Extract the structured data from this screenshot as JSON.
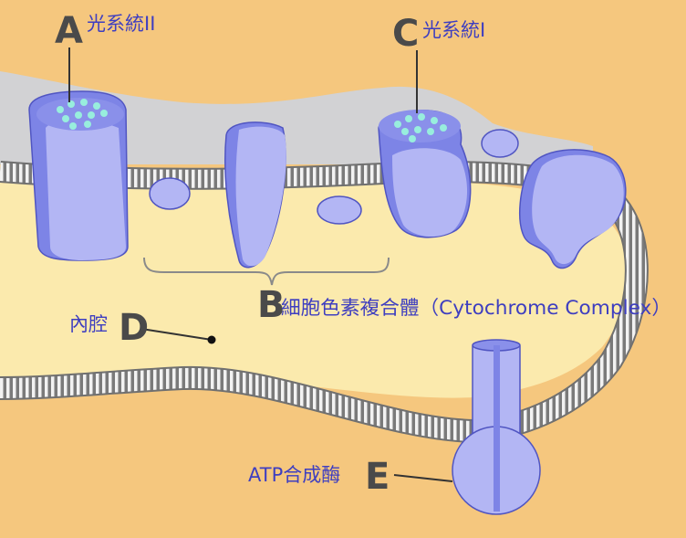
{
  "labels": {
    "a": {
      "letter": "A",
      "text": "光系統II"
    },
    "c": {
      "letter": "C",
      "text": "光系統I"
    },
    "b": {
      "letter": "B",
      "text": "細胞色素複合體（Cytochrome Complex）"
    },
    "d": {
      "letter": "D",
      "text": "內腔"
    },
    "e": {
      "letter": "E",
      "text": "ATP合成酶"
    }
  },
  "colors": {
    "background": "#f5c77e",
    "lumen": "#fbeaad",
    "stroma_gray": "#d2d2d4",
    "protein": "#b3b6f4",
    "protein_dark": "#7d84e6",
    "protein_outline": "#5055c2",
    "pigment_dots": "#98eedd",
    "label_text": "#3e3ec0",
    "letter": "#4a4a4a"
  }
}
